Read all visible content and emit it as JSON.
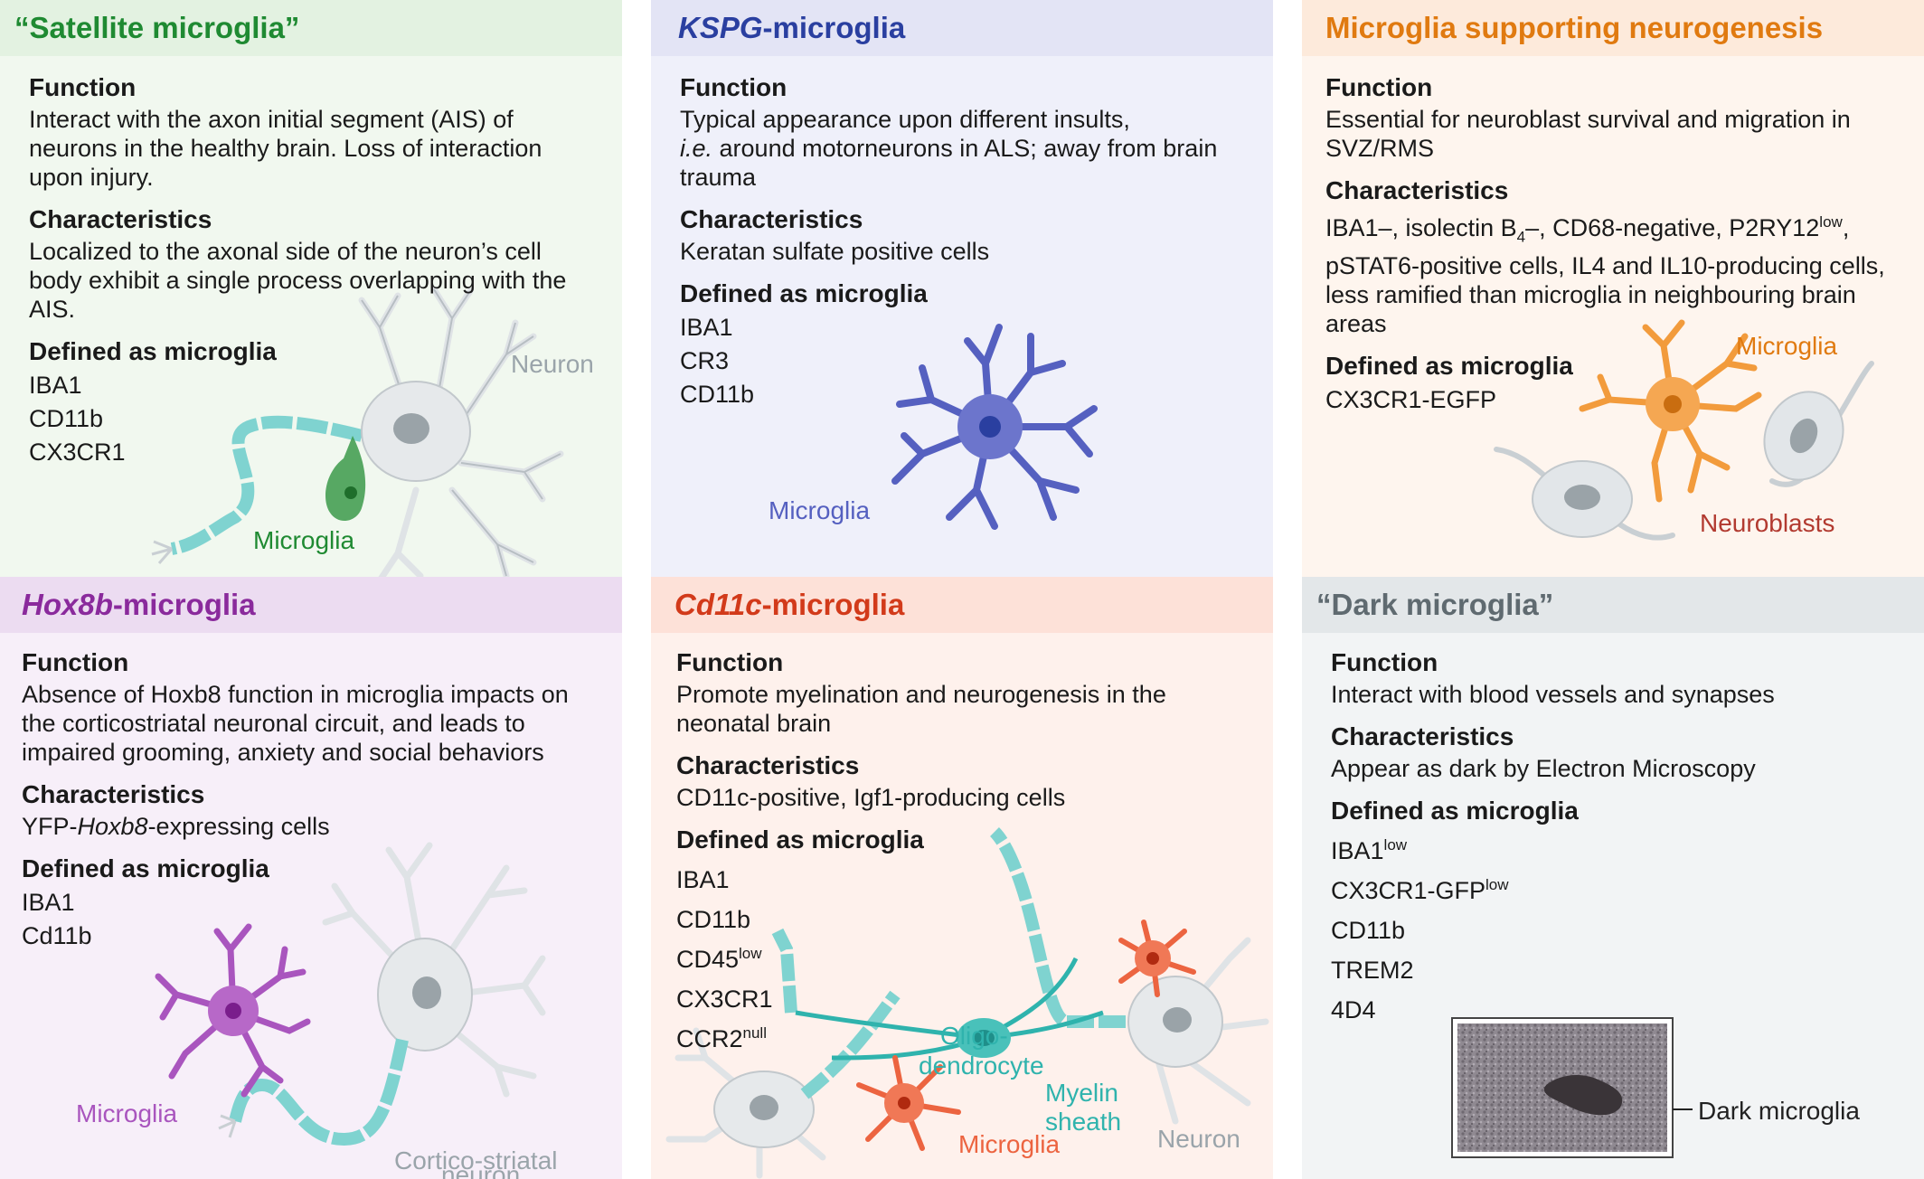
{
  "panels": [
    {
      "title": "“Satellite microglia”",
      "function_heading": "Function",
      "function_text": "Interact with the axon initial segment (AIS) of neurons in the healthy brain. Loss of interaction upon injury.",
      "characteristics_heading": "Characteristics",
      "characteristics_text": "Localized to the axonal side of the neuron’s cell body exhibit a single process overlapping with the AIS.",
      "defined_heading": "Defined as microglia",
      "markers": [
        "IBA1",
        "CD11b",
        "CX3CR1"
      ],
      "labels": {
        "neuron": "Neuron",
        "microglia": "Microglia"
      },
      "colors": {
        "header_bg": "#e3f2e1",
        "title": "#1f8a32",
        "body_bg": "#f1f8ef"
      }
    },
    {
      "title_italic": "KSPG",
      "title_rest": "-microglia",
      "function_heading": "Function",
      "function_line1": "Typical appearance upon different insults,",
      "function_italic": "i.e.",
      "function_line2_rest": " around motorneurons in ALS; away from brain trauma",
      "characteristics_heading": "Characteristics",
      "characteristics_text": "Keratan sulfate positive cells",
      "defined_heading": "Defined as microglia",
      "markers": [
        "IBA1",
        "CR3",
        "CD11b"
      ],
      "labels": {
        "microglia": "Microglia"
      },
      "colors": {
        "header_bg": "#e3e4f5",
        "title": "#2a3fa0",
        "body_bg": "#eff0fa"
      }
    },
    {
      "title": "Microglia supporting neurogenesis",
      "function_heading": "Function",
      "function_text": "Essential for neuroblast survival and migration in SVZ/RMS",
      "characteristics_heading": "Characteristics",
      "char_parts": {
        "a": "IBA1–, isolectin B",
        "b_sub": "4",
        "c": "–, CD68-negative, P2RY12",
        "d_sup": "low",
        "e": ", pSTAT6-positive cells, IL4 and IL10-producing cells, less ramified than microglia in neighbouring brain areas"
      },
      "defined_heading": "Defined as microglia",
      "markers": [
        "CX3CR1-EGFP"
      ],
      "labels": {
        "microglia": "Microglia",
        "neuroblasts": "Neuroblasts"
      },
      "colors": {
        "header_bg": "#fdeadb",
        "title": "#e07a10",
        "body_bg": "#fef5ee"
      }
    },
    {
      "title_italic": "Hox8b",
      "title_rest": "-microglia",
      "function_heading": "Function",
      "function_text": "Absence of Hoxb8 function in microglia impacts on the corticostriatal neuronal circuit, and leads to impaired grooming, anxiety and social behaviors",
      "characteristics_heading": "Characteristics",
      "char_prefix": "YFP-",
      "char_italic": "Hoxb8",
      "char_suffix": "-expressing cells",
      "defined_heading": "Defined as microglia",
      "markers": [
        "IBA1",
        "Cd11b"
      ],
      "labels": {
        "microglia": "Microglia",
        "neuron_line1": "Cortico-striatal",
        "neuron_line2": "neuron"
      },
      "colors": {
        "header_bg": "#ecdcf1",
        "title": "#8a2a9c",
        "body_bg": "#f7eff9"
      }
    },
    {
      "title_italic": "Cd11c",
      "title_rest": "-microglia",
      "function_heading": "Function",
      "function_text": "Promote myelination and neurogenesis in the neonatal brain",
      "characteristics_heading": "Characteristics",
      "characteristics_text": "CD11c-positive, Igf1-producing cells",
      "defined_heading": "Defined as microglia",
      "markers": [
        {
          "name": "IBA1",
          "sup": ""
        },
        {
          "name": "CD11b",
          "sup": ""
        },
        {
          "name": "CD45",
          "sup": "low"
        },
        {
          "name": "CX3CR1",
          "sup": ""
        },
        {
          "name": "CCR2",
          "sup": "null"
        }
      ],
      "labels": {
        "oligo1": "Oligo-",
        "oligo2": "dendrocyte",
        "myelin1": "Myelin",
        "myelin2": "sheath",
        "microglia": "Microglia",
        "neuron": "Neuron"
      },
      "colors": {
        "header_bg": "#fde1d8",
        "title": "#d23a1a",
        "body_bg": "#fef1ec"
      }
    },
    {
      "title": "“Dark microglia”",
      "function_heading": "Function",
      "function_text": "Interact with blood vessels and synapses",
      "characteristics_heading": "Characteristics",
      "characteristics_text": "Appear as dark by Electron Microscopy",
      "defined_heading": "Defined as microglia",
      "markers": [
        {
          "name": "IBA1",
          "sup": "low"
        },
        {
          "name": "CX3CR1-GFP",
          "sup": "low"
        },
        {
          "name": "CD11b",
          "sup": ""
        },
        {
          "name": "TREM2",
          "sup": ""
        },
        {
          "name": "4D4",
          "sup": ""
        }
      ],
      "labels": {
        "dark_microglia": "Dark microglia"
      },
      "colors": {
        "header_bg": "#e3e7e9",
        "title": "#5f6a70",
        "body_bg": "#f2f4f5"
      }
    }
  ],
  "illustration_colors": {
    "neuron": "#dfe3e6",
    "neuron_stroke": "#b7bec3",
    "nucleus": "#9aa3a8",
    "axon": "#7fd3d0",
    "green": "#3c9a4a",
    "blue": "#5560c0",
    "orange": "#f29b3c",
    "purple": "#a955be",
    "red": "#ec6440",
    "teal": "#2fb3ad"
  }
}
